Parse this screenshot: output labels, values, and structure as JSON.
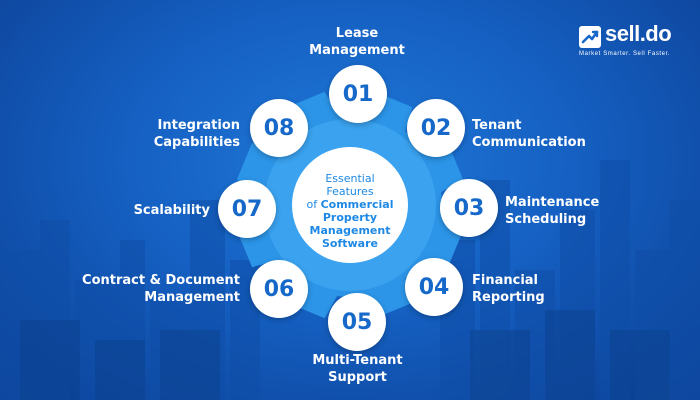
{
  "brand": {
    "name": "sell.do",
    "tagline": "Market Smarter. Sell Faster."
  },
  "center": {
    "line1": "Essential Features",
    "line2_prefix": "of",
    "line2_strong": "Commercial",
    "line3": "Property",
    "line4": "Management",
    "line5": "Software"
  },
  "features": [
    {
      "number": "01",
      "lines": [
        "Lease",
        "Management"
      ]
    },
    {
      "number": "02",
      "lines": [
        "Tenant",
        "Communication"
      ]
    },
    {
      "number": "03",
      "lines": [
        "Maintenance",
        "Scheduling"
      ]
    },
    {
      "number": "04",
      "lines": [
        "Financial",
        "Reporting"
      ]
    },
    {
      "number": "05",
      "lines": [
        "Multi-Tenant",
        "Support"
      ]
    },
    {
      "number": "06",
      "lines": [
        "Contract & Document",
        "Management"
      ]
    },
    {
      "number": "07",
      "lines": [
        "Scalability"
      ]
    },
    {
      "number": "08",
      "lines": [
        "Integration",
        "Capabilities"
      ]
    }
  ],
  "colors": {
    "accent": "#1668c9",
    "gear": "#2c95e8",
    "gear_inner": "#3aa2ef",
    "background": "#1560c2"
  },
  "icons": [
    "sell-do-logo-icon"
  ]
}
